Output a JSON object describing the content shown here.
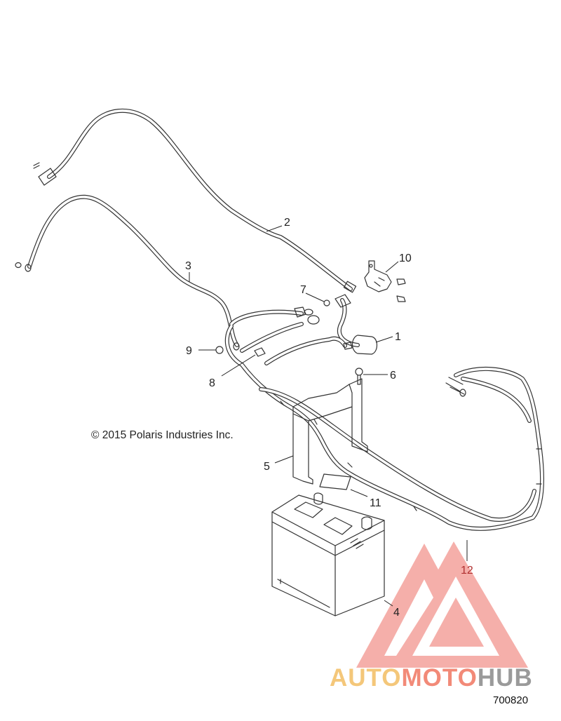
{
  "diagram": {
    "callouts": [
      "1",
      "2",
      "3",
      "4",
      "5",
      "6",
      "7",
      "8",
      "9",
      "10",
      "11",
      "12"
    ],
    "copyright": "© 2015 Polaris Industries Inc.",
    "figure_number": "700820"
  },
  "watermark": {
    "brand_part1": "AUTO",
    "brand_part2": "MOTO",
    "brand_part3": "HUB",
    "colors": {
      "auto": "#f4c77a",
      "moto": "#f28a78",
      "hub": "#9a9a9a",
      "logo": "#f08c86"
    }
  }
}
